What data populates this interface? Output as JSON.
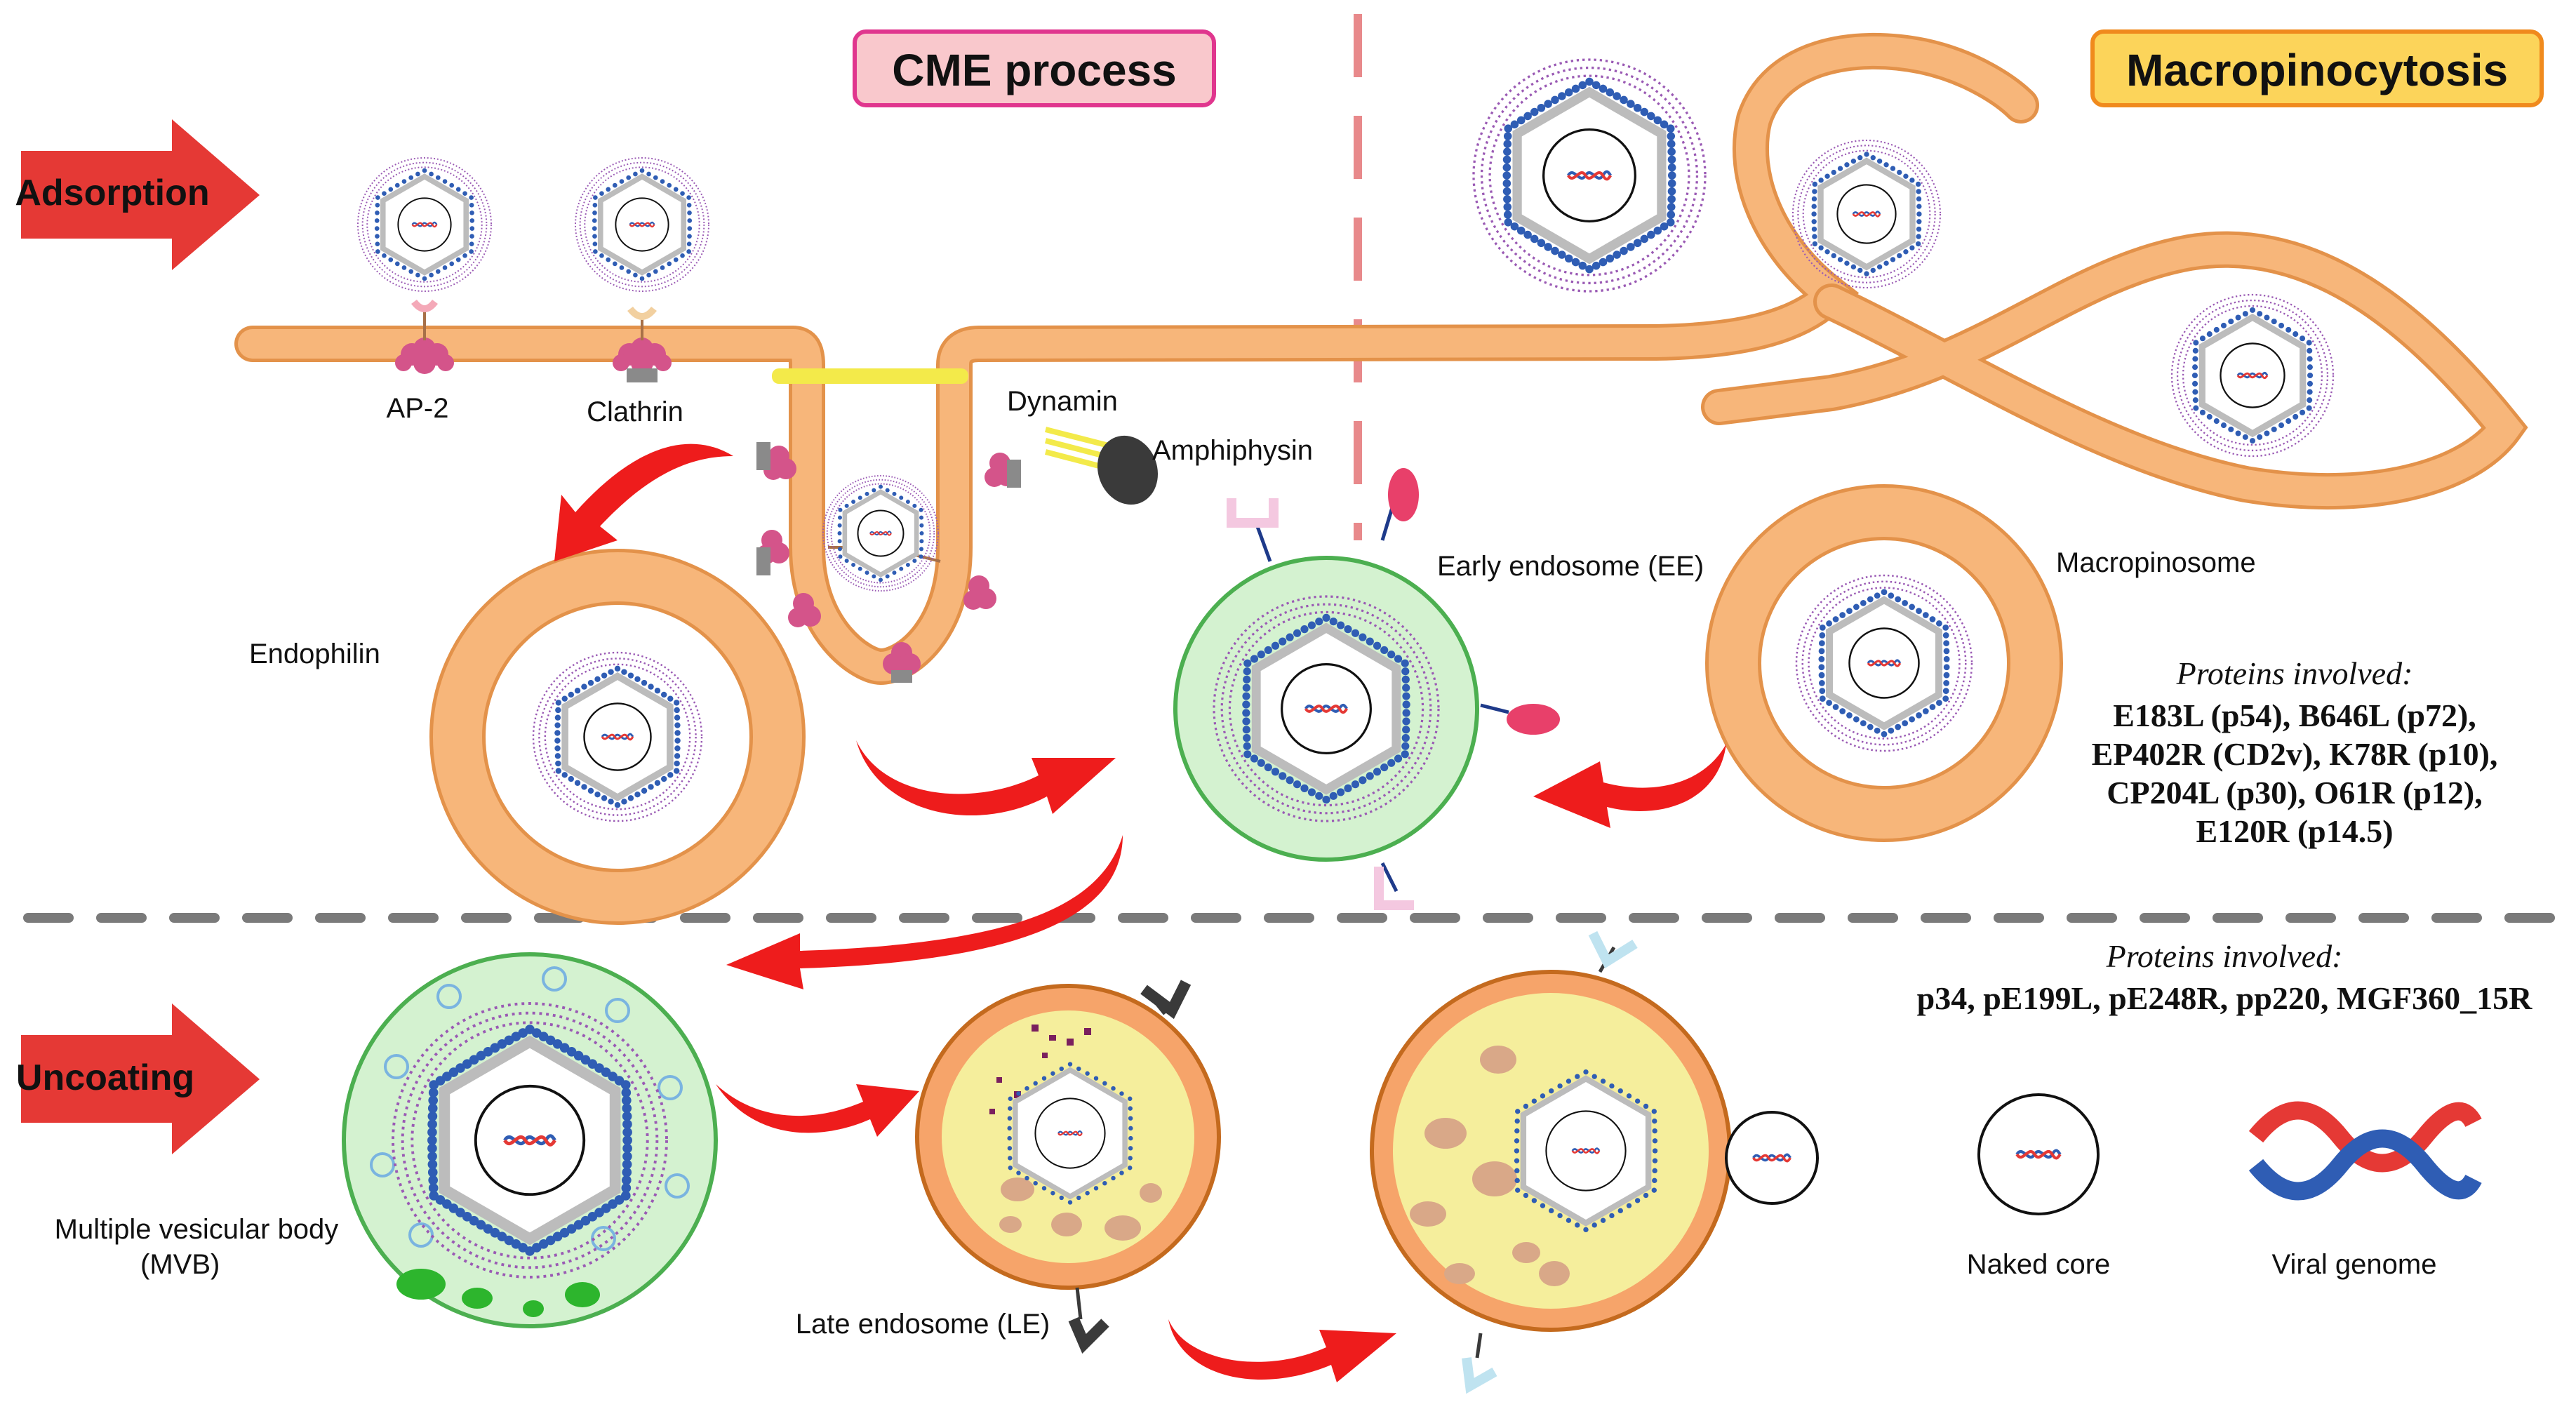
{
  "titles": {
    "cme": "CME process",
    "macro": "Macropinocytosis"
  },
  "stages": {
    "adsorption": "Adsorption",
    "uncoating": "Uncoating"
  },
  "labels": {
    "ap2": "AP-2",
    "clathrin": "Clathrin",
    "dynamin": "Dynamin",
    "amphiphysin": "Amphiphysin",
    "endophilin": "Endophilin",
    "early_endosome": "Early endosome (EE)",
    "macropinosome": "Macropinosome",
    "mvb_line1": "Multiple vesicular body",
    "mvb_line2": "(MVB)",
    "late_endosome": "Late endosome (LE)",
    "naked_core": "Naked core",
    "viral_genome": "Viral genome"
  },
  "proteins_top": {
    "heading": "Proteins involved:",
    "lines": [
      "E183L (p54), B646L (p72),",
      "EP402R (CD2v), K78R (p10),",
      "CP204L (p30), O61R (p12),",
      "E120R (p14.5)"
    ]
  },
  "proteins_bottom": {
    "heading": "Proteins involved:",
    "line": "p34, pE199L, pE248R, pp220, MGF360_15R"
  },
  "colors": {
    "membrane": "#f7b67a",
    "membrane_edge": "#e3924a",
    "arrow_red": "#ee1c1c",
    "stage_arrow": "#e53935",
    "cme_box": "#f9c8cc",
    "cme_border": "#e0368e",
    "macro_box": "#fcd45a",
    "macro_border": "#f08a1d",
    "early_endosome": "#d4f2d0",
    "late_endosome_outer": "#f6a46a",
    "late_endosome_inner": "#f5ee9c",
    "capsid_blue": "#2f5db4",
    "capsid_gray": "#bcbcbc",
    "envelope_purple": "#9a5ab4"
  }
}
